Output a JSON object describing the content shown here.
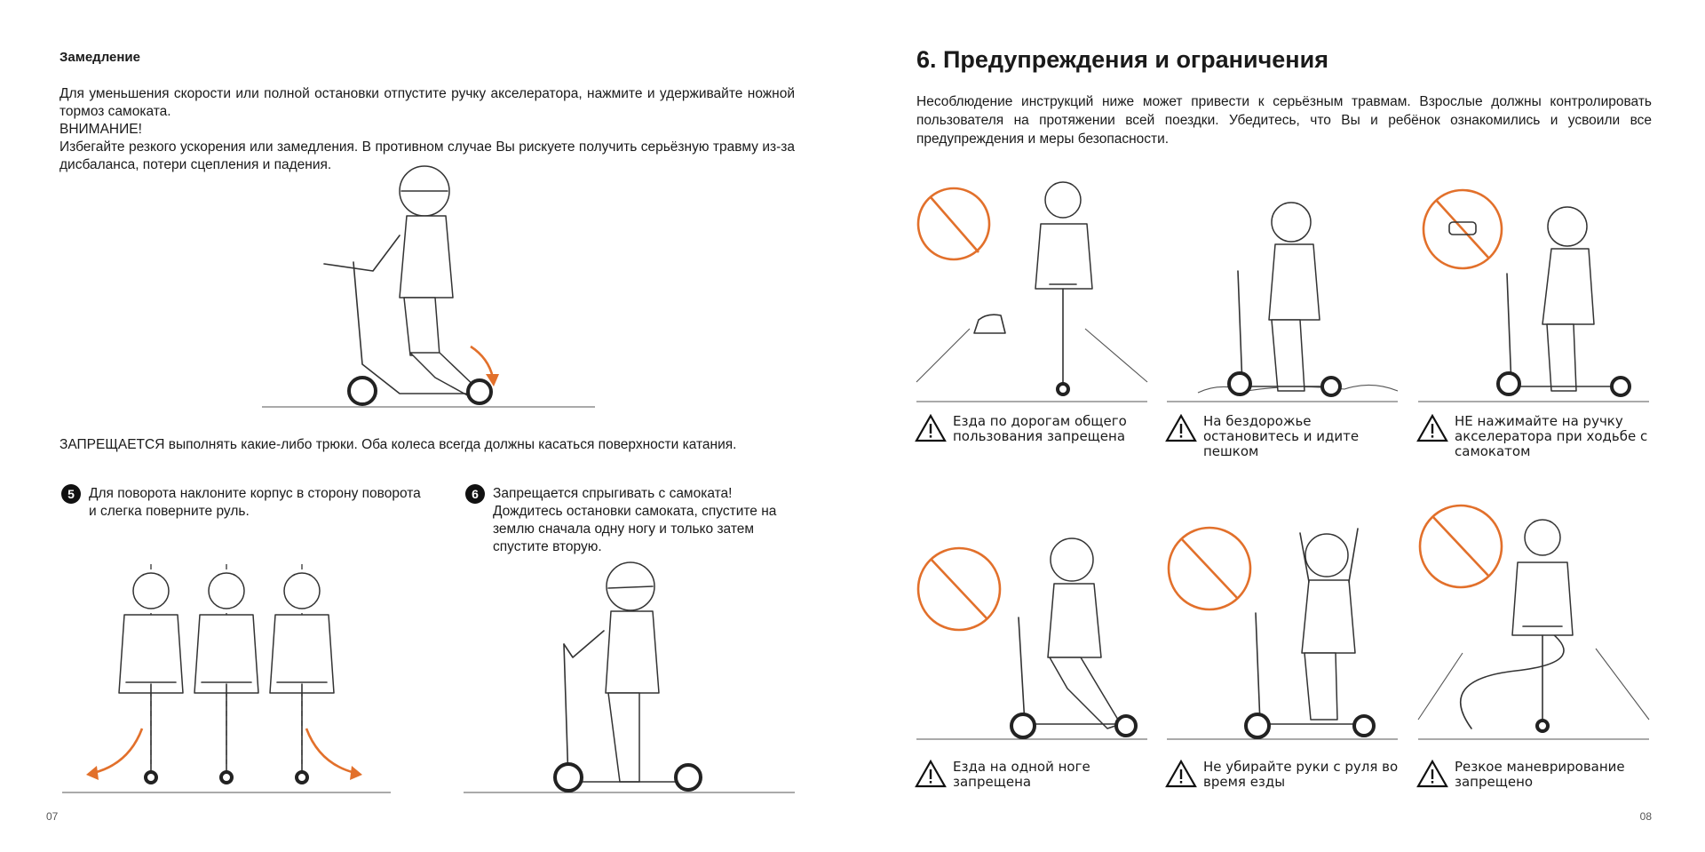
{
  "left_page": {
    "subheading": "Замедление",
    "para1": "Для уменьшения скорости или полной остановки отпустите ручку акселератора, нажмите и удерживайте ножной тормоз самоката.",
    "attention": "ВНИМАНИЕ!",
    "para2": "Избегайте резкого ускорения или замедления. В противном случае Вы рискуете получить серьёзную травму из-за дисбаланса, потери сцепления и падения.",
    "forbidden_line": "ЗАПРЕЩАЕТСЯ выполнять какие-либо трюки. Оба колеса всегда должны касаться поверхности катания.",
    "step5": {
      "number": "5",
      "line1": "Для поворота наклоните корпус в сторону поворота",
      "line2": "и слегка поверните руль."
    },
    "step6": {
      "number": "6",
      "line1": "Запрещается спрыгивать с самоката!",
      "line2": "Дождитесь остановки самоката, спустите на",
      "line3": "землю сначала одну ногу и только затем",
      "line4": "спустите вторую."
    },
    "page_number": "07"
  },
  "right_page": {
    "title": "6. Предупреждения и ограничения",
    "intro": "Несоблюдение инструкций ниже может привести к серьёзным травмам. Взрослые должны контролировать пользователя на протяжении всей поездки. Убедитесь, что Вы и ребёнок ознакомились и усвоили все предупреждения и меры безопасности.",
    "warnings": [
      {
        "line1": "Езда по дорогам общего",
        "line2": "пользования запрещена",
        "line3": ""
      },
      {
        "line1": "На бездорожье",
        "line2": "остановитесь и идите",
        "line3": "пешком"
      },
      {
        "line1": "НЕ нажимайте на ручку",
        "line2": "акселератора при ходьбе с",
        "line3": "самокатом"
      },
      {
        "line1": "Езда на одной ноге",
        "line2": "запрещена",
        "line3": ""
      },
      {
        "line1": "Не убирайте руки с руля во",
        "line2": "время езды",
        "line3": ""
      },
      {
        "line1": "Резкое маневрирование",
        "line2": "запрещено",
        "line3": ""
      }
    ],
    "page_number": "08"
  },
  "colors": {
    "accent": "#e2702b",
    "text": "#1a1a1a"
  },
  "icons": [
    "warning-triangle-icon",
    "no-sign-icon",
    "direction-arrow-icon"
  ]
}
